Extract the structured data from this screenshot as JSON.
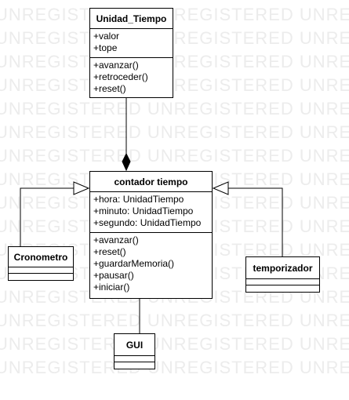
{
  "watermark": "UNREGISTERED UNREGISTERED UNREGISTERED",
  "classes": {
    "unidad_tiempo": {
      "name": "Unidad_Tiempo",
      "attributes": [
        "+valor",
        "+tope"
      ],
      "operations": [
        "+avanzar()",
        "+retroceder()",
        "+reset()"
      ]
    },
    "contador": {
      "name": "contador tiempo",
      "attributes": [
        "+hora: UnidadTiempo",
        "+minuto: UnidadTiempo",
        "+segundo: UnidadTiempo"
      ],
      "operations": [
        "+avanzar()",
        "+reset()",
        "+guardarMemoria()",
        "+pausar()",
        "+iniciar()"
      ]
    },
    "cronometro": {
      "name": "Cronometro"
    },
    "temporizador": {
      "name": "temporizador"
    },
    "gui": {
      "name": "GUI"
    }
  }
}
